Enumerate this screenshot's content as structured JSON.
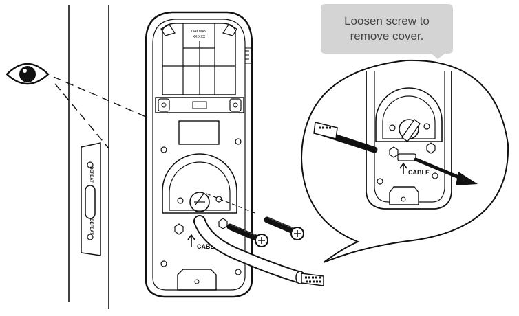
{
  "callout": {
    "text": "Loosen screw to remove cover."
  },
  "labels": {
    "cable": "CABLE",
    "cable_zoom": "CABLE",
    "plate_top": "DEFEAT",
    "plate_bottom": "DEFEAT"
  },
  "icons": {
    "eye": "eye-icon",
    "arrow_up": "arrow-up-icon",
    "screw": "screw-icon",
    "connector": "connector-icon"
  },
  "colors": {
    "line": "#111111",
    "callout_bg": "#d4d4d4",
    "callout_text": "#444444"
  }
}
